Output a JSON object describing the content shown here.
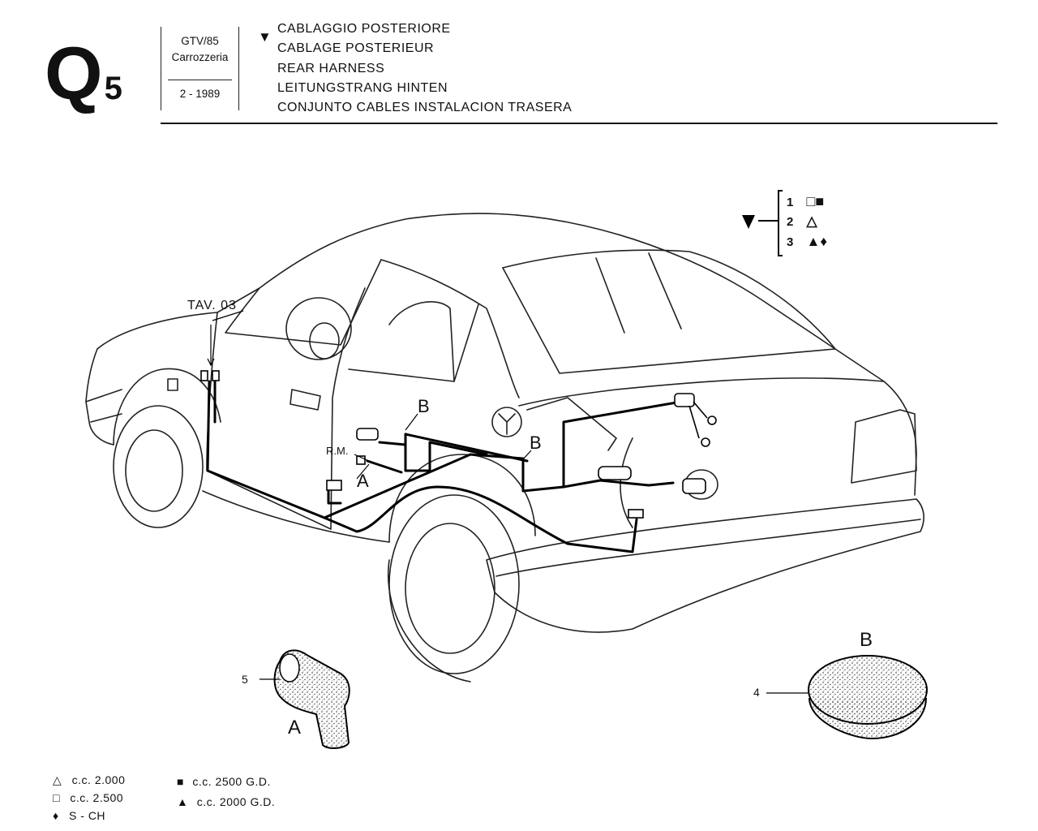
{
  "header": {
    "section_letter": "Q",
    "section_number": "5",
    "model": "GTV/85",
    "group": "Carrozzeria",
    "date": "2 - 1989",
    "titles": [
      "CABLAGGIO POSTERIORE",
      "CABLAGE POSTERIEUR",
      "REAR HARNESS",
      "LEITUNGSTRANG HINTEN",
      "CONJUNTO CABLES INSTALACION TRASERA"
    ]
  },
  "diagram": {
    "ref_table": "TAV. 03",
    "rm_label": "R.M.",
    "callout_a": "A",
    "callout_b1": "B",
    "callout_b2": "B",
    "detail_a_letter": "A",
    "detail_b_letter": "B",
    "part_5": "5",
    "part_4": "4"
  },
  "variants": [
    {
      "num": "1",
      "symbols": "□■"
    },
    {
      "num": "2",
      "symbols": "△"
    },
    {
      "num": "3",
      "symbols": "▲♦"
    }
  ],
  "legend": [
    {
      "symbol": "△",
      "text": "c.c. 2.000"
    },
    {
      "symbol": "□",
      "text": "c.c. 2.500"
    },
    {
      "symbol": "♦",
      "text": "S - CH"
    },
    {
      "symbol": "■",
      "text": "c.c. 2500 G.D."
    },
    {
      "symbol": "▲",
      "text": "c.c. 2000 G.D."
    }
  ]
}
